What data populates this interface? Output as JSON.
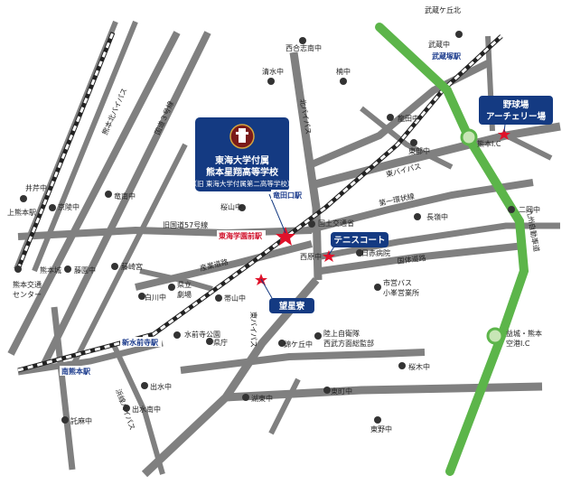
{
  "school": {
    "line1": "東海大学付属",
    "line2": "熊本星翔高等学校",
    "line3": "（旧 東海大学付属第二高等学校）"
  },
  "callouts": {
    "tennis": "テニスコート",
    "bogyo": "望星寮",
    "baseball_line1": "野球場",
    "baseball_line2": "アーチェリー場"
  },
  "stations": {
    "musashizuka": "武蔵塚駅",
    "suizenji_minami": "南熊本駅",
    "shin_suizenji": "新水前寺駅",
    "tokai_gakuen_mae": "東海学園前駅",
    "tatsutaguchi": "竜田口駅"
  },
  "roads": {
    "kita_bypass": "北バイパス",
    "higashi_bypass": "東バイパス",
    "higashi_bypass2": "東バイパス",
    "kyudo57": "旧国道57号線",
    "sangyo": "産業道路",
    "daiichi_kanjo": "第一環状線",
    "kokutai": "国体道路",
    "kyushu_expressway": "九州自動車道",
    "hamasen_bypass": "浜線バイパス",
    "kita_kokudo_left": "熊本北バイパス",
    "kokudo3": "国道３号線"
  },
  "places": {
    "nishigoshi_minami": "西合志南中",
    "musashigaoka_kita": "武蔵ケ丘北",
    "musashi_chu": "武蔵中",
    "shimizu": "清水中",
    "kusunoki": "楠中",
    "tatsuta": "龍田中",
    "tobu": "東部中",
    "kumamoto_ic": "熊本I.C",
    "izumi": "井芹中",
    "kamikumamoto": "上熊本駅",
    "kyoryo": "京陵中",
    "kita": "竜南中",
    "keiyama": "桜山中",
    "kokudo_kotsu": "国土交通省",
    "nagamine": "長嶺中",
    "niwa": "二岡中",
    "nisshin": "日赤病院",
    "nishihara": "西原中",
    "kumamoto_castle": "熊本城",
    "fujiki": "藤崎宮",
    "fujizono": "藤園中",
    "kotsu_center1": "熊本交通",
    "kotsu_center2": "センター",
    "shirakawa": "白川中",
    "kencho_geki1": "県立",
    "kencho_geki2": "劇場",
    "sakurayama": "帯山中",
    "shiei_bus1": "市営バス",
    "shiei_bus2": "小峯営業所",
    "mashiki_ic1": "益城・熊本",
    "mashiki_ic2": "空港I.C",
    "suizenji_koen": "水前寺公園",
    "kencho": "県庁",
    "nishigaoka": "錦ケ丘中",
    "jieitai1": "陸上自衛隊",
    "jieitai2": "西武方面総監部",
    "sakuragi": "桜木中",
    "izumo": "出水中",
    "izumi_minami": "出水南中",
    "konan": "湖東中",
    "higashimachi": "東町中",
    "takuma": "託麻中",
    "higashino": "東野中"
  },
  "colors": {
    "road": "#808080",
    "expressway": "#5cb54a",
    "navy": "#143a82",
    "star": "#e0122a"
  }
}
